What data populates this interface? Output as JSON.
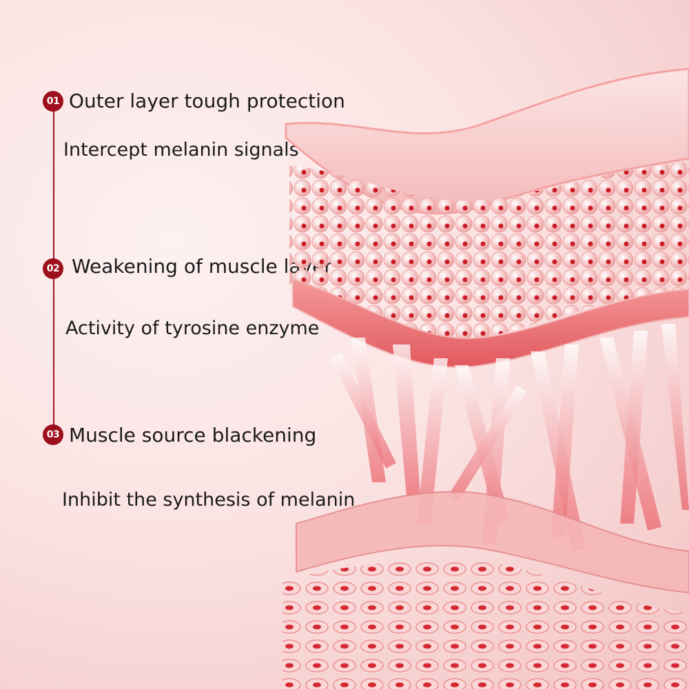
{
  "steps": [
    {
      "number": "01",
      "title": "Outer layer tough protection",
      "detail": "Intercept melanin signals"
    },
    {
      "number": "02",
      "title": "Weakening of muscle layer",
      "detail": "Activity of tyrosine enzyme"
    },
    {
      "number": "03",
      "title": "Muscle source blackening",
      "detail": "Inhibit the synthesis of melanin"
    }
  ],
  "colors": {
    "accent": "#9d0f1c",
    "text": "#1a1a1a",
    "background": "#fbe3e3",
    "layer_pink": "#f08a8a",
    "layer_red": "#d22a34"
  },
  "icons": {
    "illustration": "skin-layers-illustration"
  }
}
